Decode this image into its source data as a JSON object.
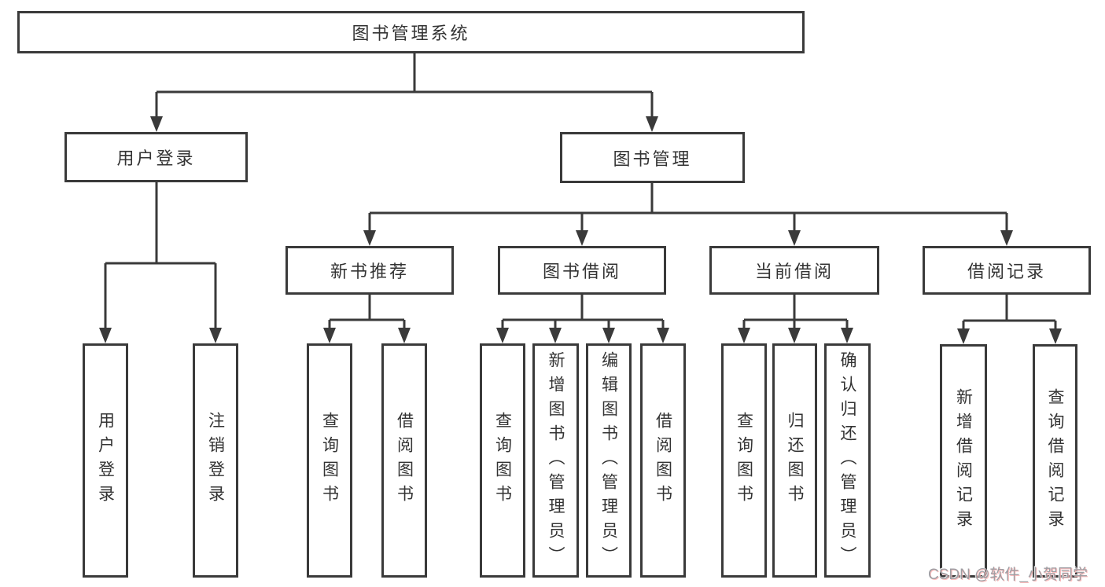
{
  "tree": {
    "root": {
      "label": "图书管理系统",
      "children": [
        {
          "label": "用户登录",
          "children": [
            {
              "label": "用户登录"
            },
            {
              "label": "注销登录"
            }
          ]
        },
        {
          "label": "图书管理",
          "children": [
            {
              "label": "新书推荐",
              "children": [
                {
                  "label": "查询图书"
                },
                {
                  "label": "借阅图书"
                }
              ]
            },
            {
              "label": "图书借阅",
              "children": [
                {
                  "label": "查询图书"
                },
                {
                  "label": "新增图书（管理员）"
                },
                {
                  "label": "编辑图书（管理员）"
                },
                {
                  "label": "借阅图书"
                }
              ]
            },
            {
              "label": "当前借阅",
              "children": [
                {
                  "label": "查询图书"
                },
                {
                  "label": "归还图书"
                },
                {
                  "label": "确认归还（管理员）"
                }
              ]
            },
            {
              "label": "借阅记录",
              "children": [
                {
                  "label": "新增借阅记录"
                },
                {
                  "label": "查询借阅记录"
                }
              ]
            }
          ]
        }
      ]
    }
  },
  "watermark": {
    "text": "CSDN @软件_小贺同学"
  },
  "colors": {
    "line": "#3a3a3a",
    "box_border": "#3a3a3a",
    "box_fill": "#ffffff",
    "text": "#333333",
    "background": "#ffffff",
    "watermark": "#9e9ea3"
  }
}
